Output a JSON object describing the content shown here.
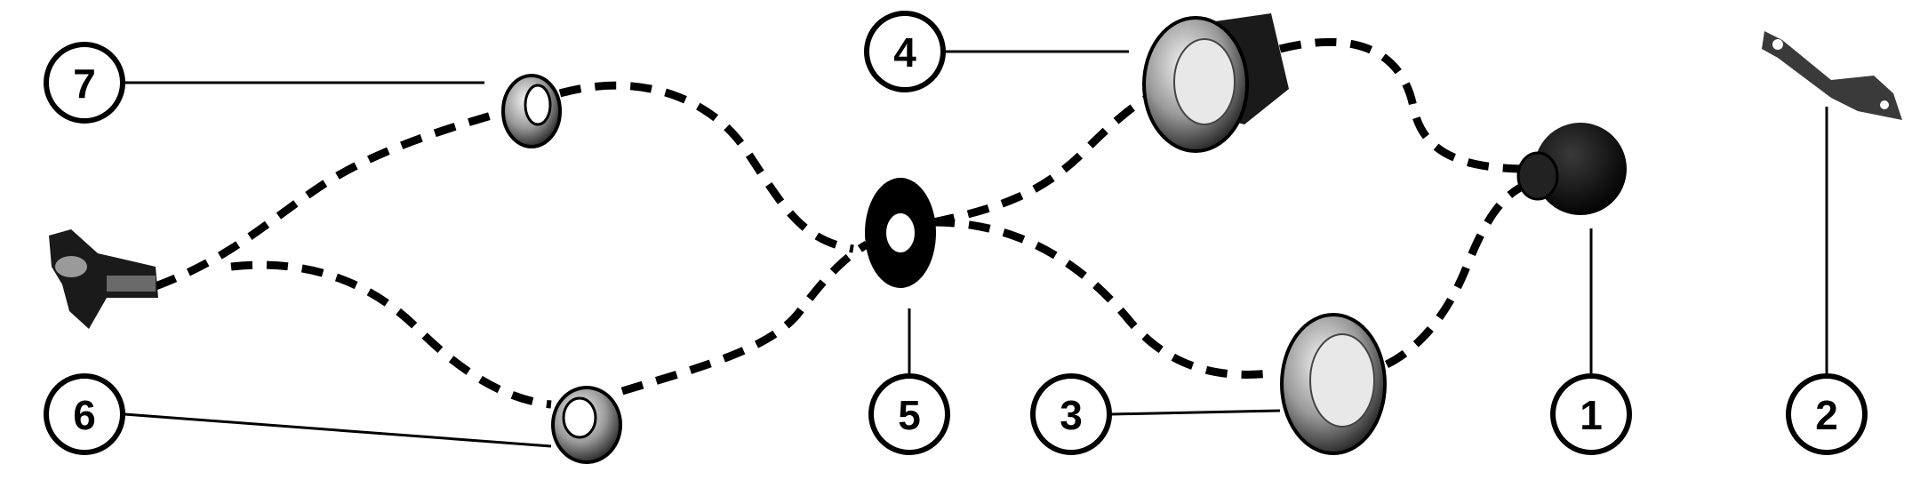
{
  "callouts": [
    {
      "id": "c1",
      "number": "1"
    },
    {
      "id": "c2",
      "number": "2"
    },
    {
      "id": "c3",
      "number": "3"
    },
    {
      "id": "c4",
      "number": "4"
    },
    {
      "id": "c5",
      "number": "5"
    },
    {
      "id": "c6",
      "number": "6"
    },
    {
      "id": "c7",
      "number": "7"
    }
  ],
  "colors": {
    "ink": "#000000",
    "background": "#ffffff",
    "part_shade": "#555555",
    "part_light": "#d8d8d8"
  }
}
